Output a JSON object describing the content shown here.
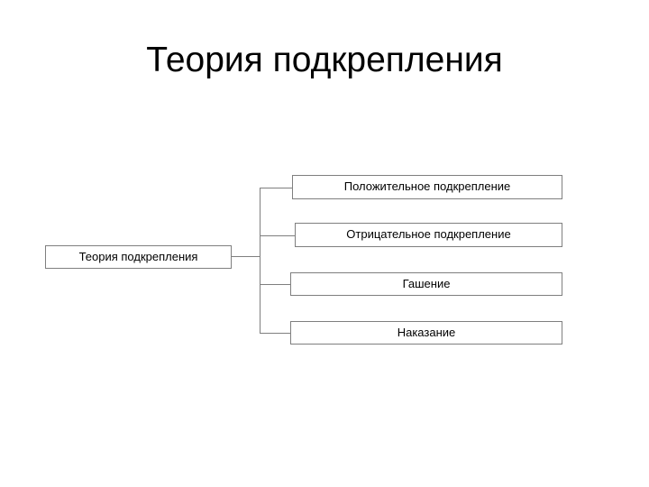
{
  "slide": {
    "title": "Теория подкрепления",
    "background_color": "#ffffff",
    "text_color": "#000000"
  },
  "diagram": {
    "type": "hierarchy",
    "orientation": "left-to-right",
    "border_color": "#7f7f7f",
    "fill_color": "#ffffff",
    "connector_color": "#7f7f7f",
    "root": {
      "label": "Теория подкрепления"
    },
    "children": [
      {
        "label": "Положительное подкрепление"
      },
      {
        "label": "Отрицательное подкрепление"
      },
      {
        "label": "Гашение"
      },
      {
        "label": "Наказание"
      }
    ]
  }
}
